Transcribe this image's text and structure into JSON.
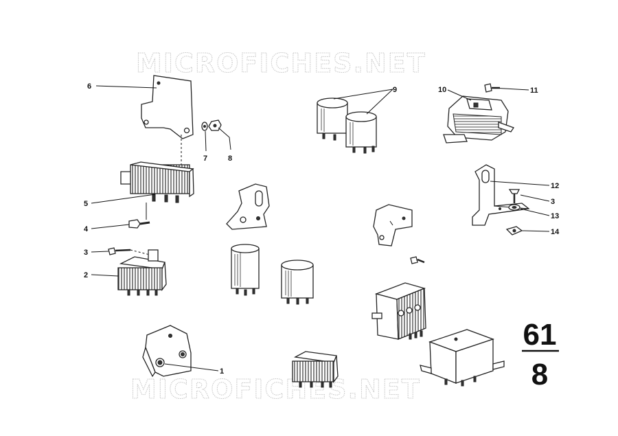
{
  "watermark": {
    "text": "MICROFICHES.NET"
  },
  "section": {
    "group": "61",
    "page": "8"
  },
  "callouts": {
    "c1": "1",
    "c2": "2",
    "c3a": "3",
    "c3b": "3",
    "c4": "4",
    "c5": "5",
    "c6": "6",
    "c7": "7",
    "c8": "8",
    "c9": "9",
    "c10": "10",
    "c11": "11",
    "c12": "12",
    "c13": "13",
    "c14": "14"
  }
}
